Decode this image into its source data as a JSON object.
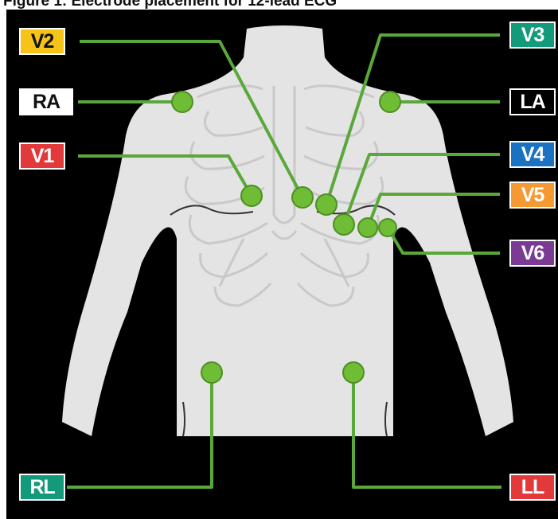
{
  "title": "Figure 1: Electrode placement for 12-lead ECG",
  "colors": {
    "background": "#000000",
    "body": "#e4e4e4",
    "ribs": "#c8c8c8",
    "wire": "#5aa83a",
    "electrode": "#6fbd35"
  },
  "leads": {
    "V2": {
      "label": "V2",
      "bg": "#f6c417",
      "fg": "#111111"
    },
    "RA": {
      "label": "RA",
      "bg": "#ffffff",
      "fg": "#111111"
    },
    "V1": {
      "label": "V1",
      "bg": "#e23a3a",
      "fg": "#ffffff"
    },
    "RL": {
      "label": "RL",
      "bg": "#129a7a",
      "fg": "#ffffff"
    },
    "V3": {
      "label": "V3",
      "bg": "#129a7a",
      "fg": "#ffffff"
    },
    "LA": {
      "label": "LA",
      "bg": "#000000",
      "fg": "#ffffff"
    },
    "V4": {
      "label": "V4",
      "bg": "#1a72c2",
      "fg": "#ffffff"
    },
    "V5": {
      "label": "V5",
      "bg": "#f59a33",
      "fg": "#ffffff"
    },
    "V6": {
      "label": "V6",
      "bg": "#7b3a94",
      "fg": "#ffffff"
    },
    "LL": {
      "label": "LL",
      "bg": "#e23a3a",
      "fg": "#ffffff"
    }
  }
}
